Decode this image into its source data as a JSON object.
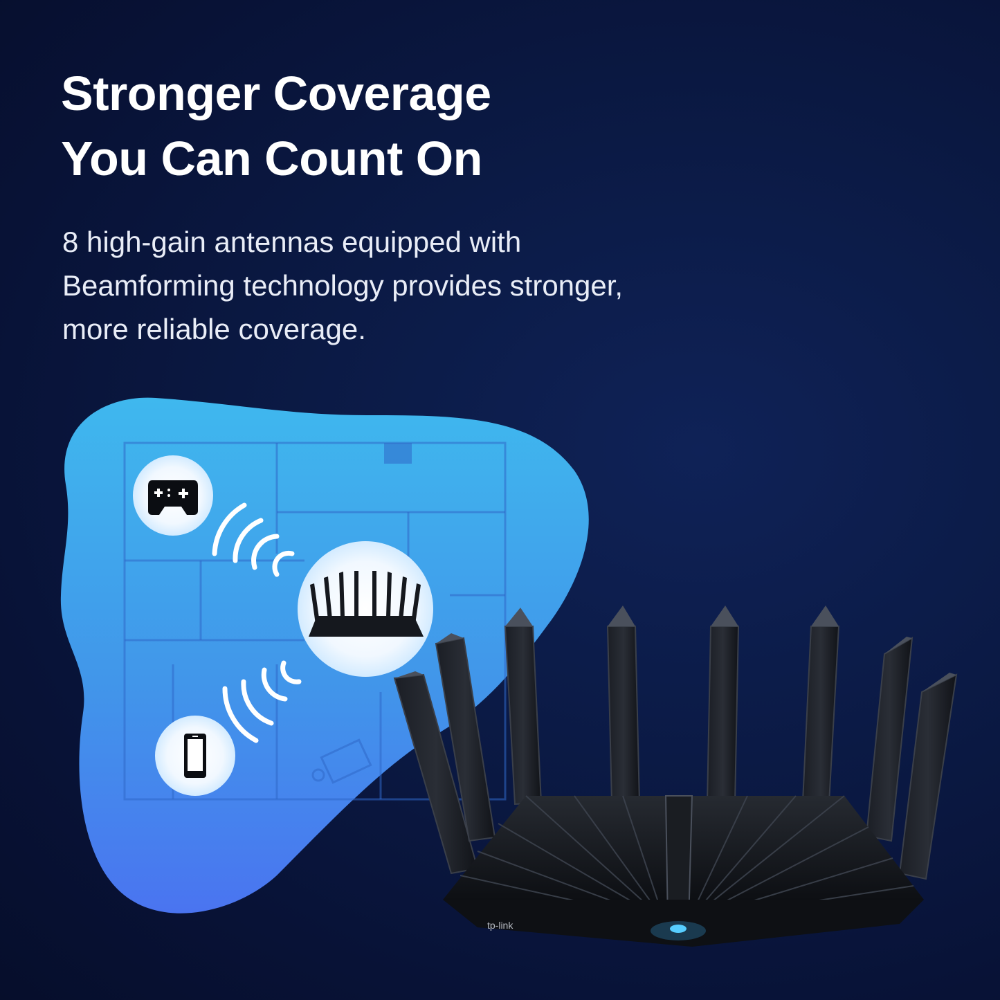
{
  "headline": {
    "line1": "Stronger Coverage",
    "line2": "You Can Count On"
  },
  "description": {
    "line1": "8 high-gain antennas equipped with",
    "line2": "Beamforming technology provides stronger,",
    "line3": "more reliable coverage."
  },
  "illustration": {
    "coverage_color": "#43a8ec",
    "device_icons": [
      "gamepad-icon",
      "smartphone-icon"
    ],
    "center_icon": "router-icon",
    "router_brand": "tp-link",
    "antenna_count": 8
  }
}
